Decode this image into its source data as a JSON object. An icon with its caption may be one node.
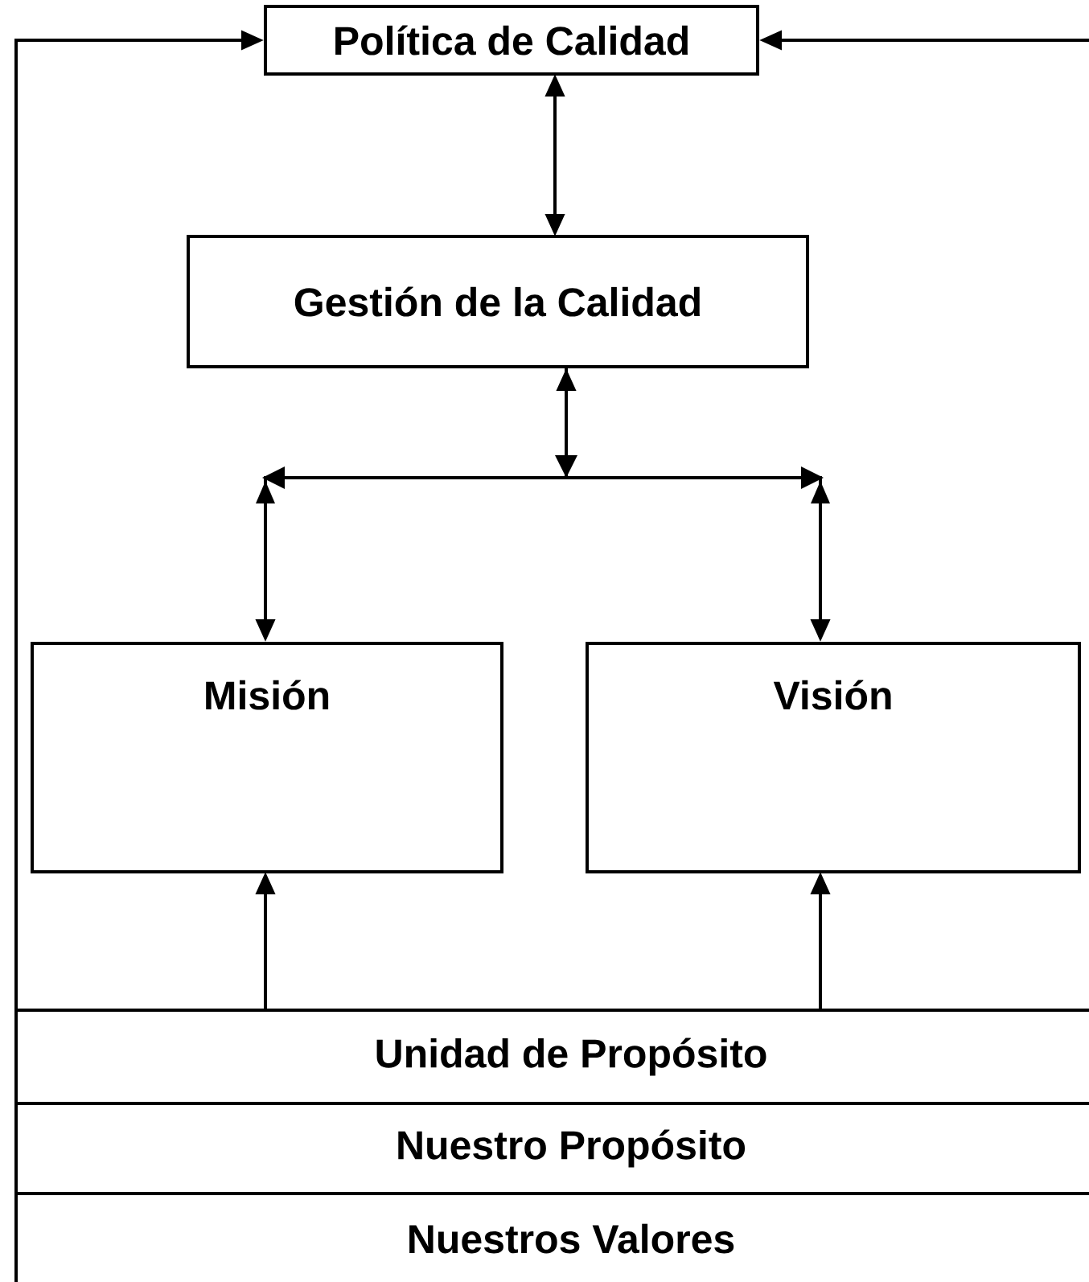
{
  "diagram": {
    "nodes": [
      {
        "text": [
          "Política de Calidad"
        ]
      },
      {
        "text": [
          "Gestión de la Calidad"
        ]
      },
      {
        "text": [
          "Misión"
        ]
      },
      {
        "text": [
          "Visión"
        ]
      },
      {
        "text": [
          "Unidad de Propósito"
        ]
      },
      {
        "text": [
          "Nuestro Propósito"
        ]
      },
      {
        "text": [
          "Nuestros Valores"
        ]
      }
    ],
    "edges": [
      {
        "from": 0,
        "to": 1,
        "arrow": "both"
      },
      {
        "from": 1,
        "to": 2,
        "arrow": "both"
      },
      {
        "from": 1,
        "to": 3,
        "arrow": "to"
      },
      {
        "from": 4,
        "to": 2,
        "arrow": "to"
      },
      {
        "from": 4,
        "to": 3,
        "arrow": "to"
      },
      {
        "from": 6,
        "to": 0,
        "arrow": "to"
      },
      {
        "from": null,
        "to": 0,
        "arrow": "to"
      }
    ]
  }
}
